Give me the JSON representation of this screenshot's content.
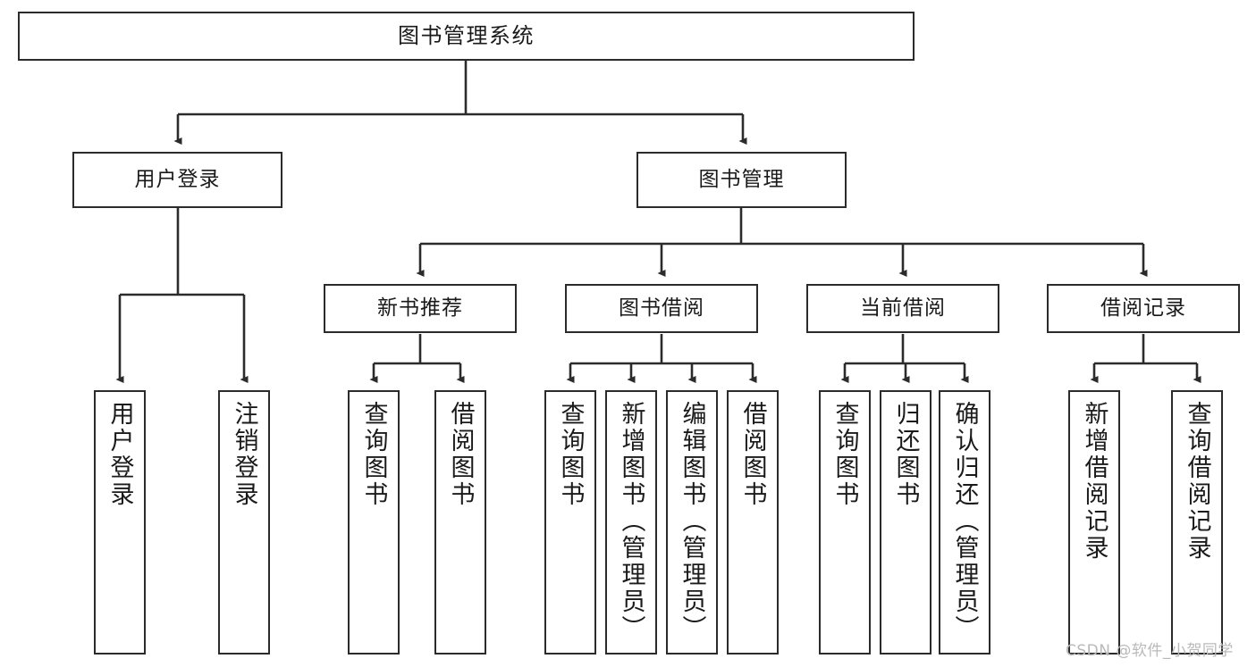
{
  "diagram": {
    "title": "图书管理系统",
    "type": "tree-hierarchy-chart",
    "background_color": "#ffffff",
    "box_border_color": "#2b2b2b",
    "text_color": "#1a1a1a",
    "connector_color": "#2b2b2b"
  },
  "nodes": {
    "root": {
      "label": "图书管理系统"
    },
    "level2": [
      {
        "id": "user-login",
        "label": "用户登录"
      },
      {
        "id": "book-management",
        "label": "图书管理"
      }
    ],
    "level3": [
      {
        "id": "new-book-recommend",
        "label": "新书推荐"
      },
      {
        "id": "book-borrow",
        "label": "图书借阅"
      },
      {
        "id": "current-borrow",
        "label": "当前借阅"
      },
      {
        "id": "borrow-record",
        "label": "借阅记录"
      }
    ],
    "leaves": {
      "user_login": [
        {
          "id": "leaf-user-login",
          "label": "用户登录"
        },
        {
          "id": "leaf-logout-login",
          "label": "注销登录"
        }
      ],
      "new_book_recommend": [
        {
          "id": "leaf-query-book-1",
          "label": "查询图书"
        },
        {
          "id": "leaf-borrow-book-1",
          "label": "借阅图书"
        }
      ],
      "book_borrow": [
        {
          "id": "leaf-query-book-2",
          "label": "查询图书"
        },
        {
          "id": "leaf-add-book",
          "label": "新增图书（管理员）"
        },
        {
          "id": "leaf-edit-book",
          "label": "编辑图书（管理员）"
        },
        {
          "id": "leaf-borrow-book-2",
          "label": "借阅图书"
        }
      ],
      "current_borrow": [
        {
          "id": "leaf-query-book-3",
          "label": "查询图书"
        },
        {
          "id": "leaf-return-book",
          "label": "归还图书"
        },
        {
          "id": "leaf-confirm-return",
          "label": "确认归还（管理员）"
        }
      ],
      "borrow_record": [
        {
          "id": "leaf-add-borrow-record",
          "label": "新增借阅记录"
        },
        {
          "id": "leaf-query-borrow-record",
          "label": "查询借阅记录"
        }
      ]
    }
  },
  "watermark": {
    "text": "CSDN @软件_小贺同学"
  }
}
